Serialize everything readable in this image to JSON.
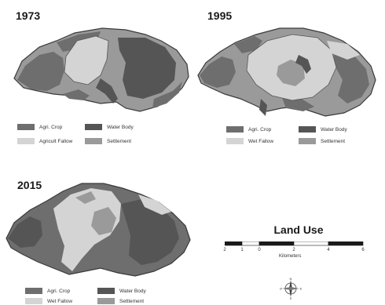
{
  "colors": {
    "agri_crop": "#6e6e6e",
    "water_body": "#555555",
    "fallow": "#d4d4d4",
    "settlement": "#9a9a9a",
    "outline": "#3a3a3a"
  },
  "maps": [
    {
      "year": "1973",
      "legend": [
        {
          "label": "Agri. Crop",
          "class": "agri_crop",
          "icon": "agri-crop-swatch"
        },
        {
          "label": "Water Body",
          "class": "water_body",
          "icon": "water-body-swatch"
        },
        {
          "label": "Agricult Fallow",
          "class": "fallow",
          "icon": "fallow-swatch"
        },
        {
          "label": "Settlement",
          "class": "settlement",
          "icon": "settlement-swatch"
        }
      ]
    },
    {
      "year": "1995",
      "legend": [
        {
          "label": "Agri. Crop",
          "class": "agri_crop",
          "icon": "agri-crop-swatch"
        },
        {
          "label": "Water Body",
          "class": "water_body",
          "icon": "water-body-swatch"
        },
        {
          "label": "Wet Fallow",
          "class": "fallow",
          "icon": "fallow-swatch"
        },
        {
          "label": "Settlement",
          "class": "settlement",
          "icon": "settlement-swatch"
        }
      ]
    },
    {
      "year": "2015",
      "legend": [
        {
          "label": "Agri. Crop",
          "class": "agri_crop",
          "icon": "agri-crop-swatch"
        },
        {
          "label": "Water Body",
          "class": "water_body",
          "icon": "water-body-swatch"
        },
        {
          "label": "Wet Fallow",
          "class": "fallow",
          "icon": "fallow-swatch"
        },
        {
          "label": "Settlement",
          "class": "settlement",
          "icon": "settlement-swatch"
        }
      ]
    }
  ],
  "scale": {
    "title": "Land Use",
    "ticks": [
      "2",
      "1",
      "0",
      "2",
      "4",
      "6"
    ],
    "unit": "Kilometers"
  },
  "north_arrow": {
    "icon": "compass-rose-icon",
    "labels": {
      "n": "N",
      "s": "S",
      "e": "E",
      "w": "W"
    }
  }
}
